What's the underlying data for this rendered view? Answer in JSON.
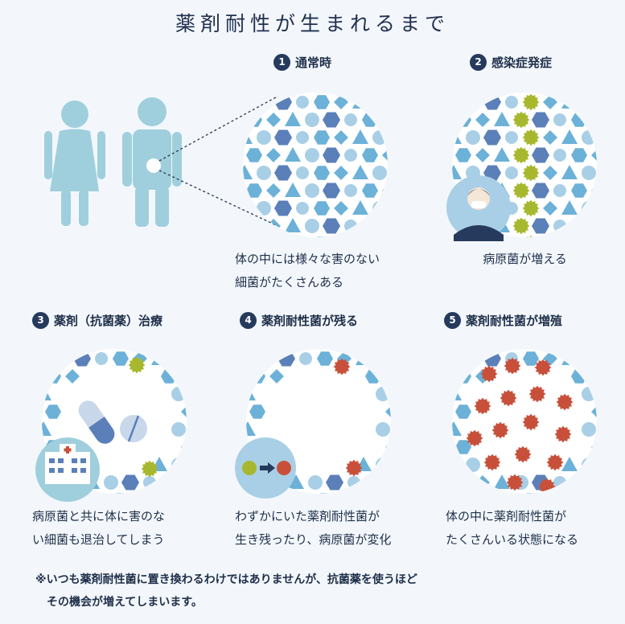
{
  "title": "薬剤耐性が生まれるまで",
  "steps": [
    {
      "num": "1",
      "label": "通常時",
      "caption_lines": [
        "体の中には様々な害のない",
        "細菌がたくさんある"
      ]
    },
    {
      "num": "2",
      "label": "感染症発症",
      "caption_lines": [
        "病原菌が増える"
      ]
    },
    {
      "num": "3",
      "label": "薬剤（抗菌薬）治療",
      "caption_lines": [
        "病原菌と共に体に害のな",
        "い細菌も退治してしまう"
      ]
    },
    {
      "num": "4",
      "label": "薬剤耐性菌が残る",
      "caption_lines": [
        "わずかにいた薬剤耐性菌が",
        "生き残ったり、病原菌が変化"
      ]
    },
    {
      "num": "5",
      "label": "薬剤耐性菌が増殖",
      "caption_lines": [
        "体の中に薬剤耐性菌が",
        "たくさんいる状態になる"
      ]
    }
  ],
  "note_lines": [
    "※いつも薬剤耐性菌に置き換わるわけではありませんが、抗菌薬を使うほど",
    "その機会が増えてしまいます。"
  ],
  "colors": {
    "background": "#f3f7fb",
    "human_figure": "#9fcfdc",
    "navy": "#253a5c",
    "benign_blue_dark": "#5b7fb8",
    "benign_blue_mid": "#6cb1d8",
    "benign_blue_light": "#a9cfe6",
    "pathogen_green": "#a8b82e",
    "resistant_red": "#c8503a",
    "pill_blue": "#5b7fb8"
  },
  "icons": [
    "woman-figure-icon",
    "man-figure-icon",
    "patient-mask-icon",
    "hospital-icon",
    "capsule-icon",
    "tablet-icon",
    "arrow-right-icon"
  ]
}
